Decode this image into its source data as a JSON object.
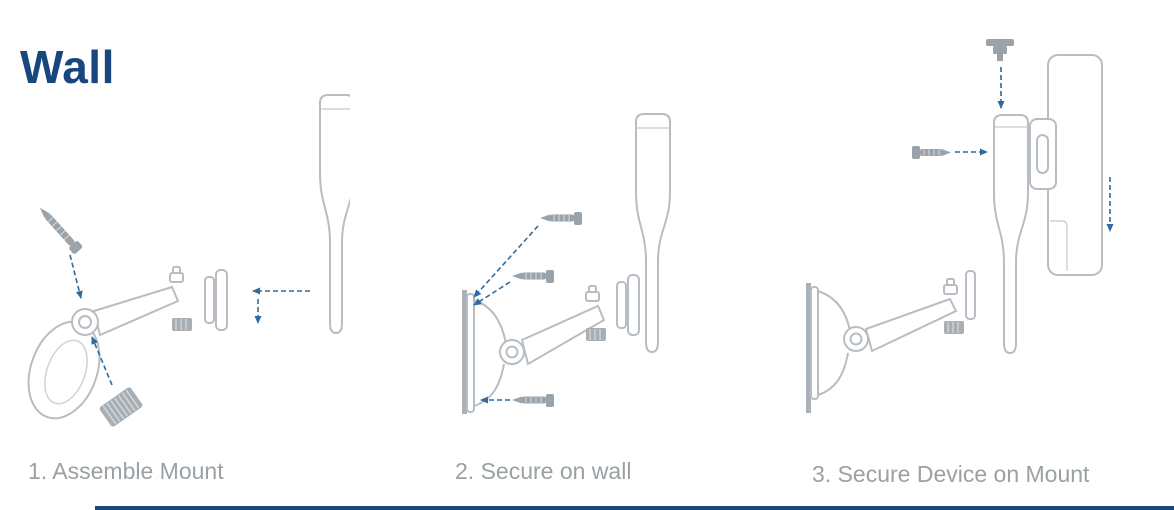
{
  "title": "Wall",
  "colors": {
    "title": "#17477e",
    "caption": "#9aa0a4",
    "line_art": "#b7bdc2",
    "metal_fill": "#9aa3a9",
    "arrow": "#2f6b9e"
  },
  "steps": [
    {
      "caption": "1. Assemble Mount",
      "icons": [
        "screw-icon",
        "wall-mount-icon",
        "thumbscrew-icon",
        "device-clip-icon"
      ]
    },
    {
      "caption": "2. Secure on wall",
      "icons": [
        "wall-icon",
        "wall-mount-icon",
        "screw-icon",
        "device-clip-icon"
      ]
    },
    {
      "caption": "3. Secure Device on Mount",
      "icons": [
        "wall-icon",
        "wall-mount-icon",
        "device-clip-icon",
        "slot-bracket-icon",
        "device-icon",
        "screw-icon"
      ]
    }
  ]
}
